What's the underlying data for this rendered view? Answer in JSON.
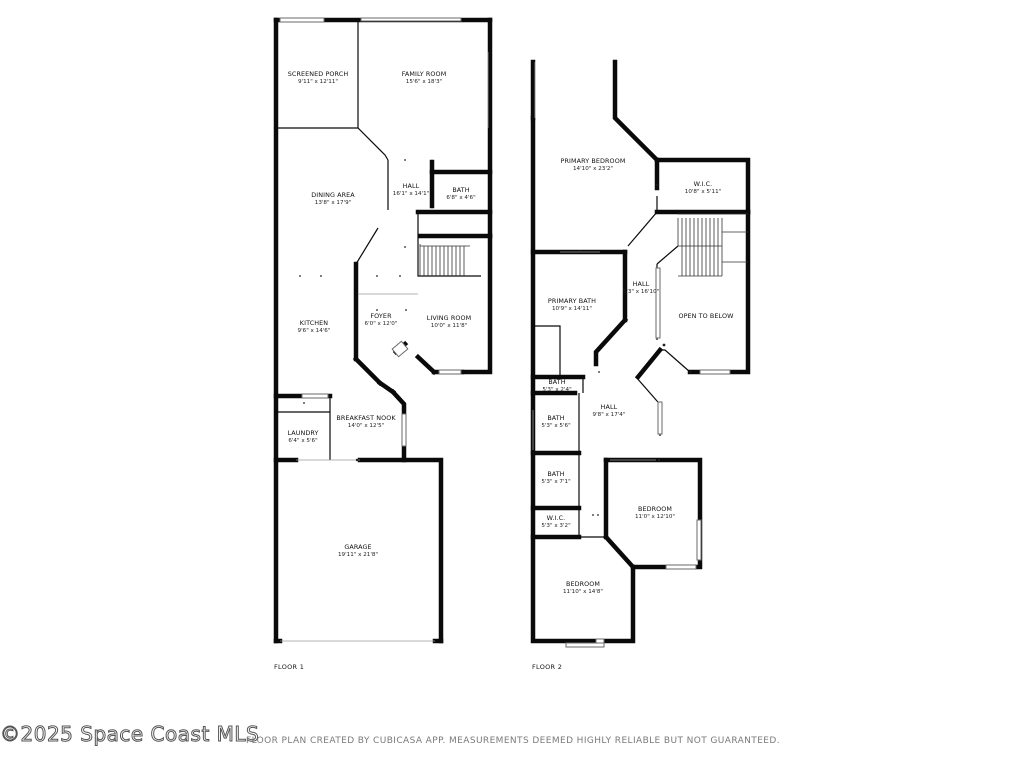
{
  "floor1": {
    "label": "FLOOR 1",
    "rooms": [
      {
        "name": "SCREENED PORCH",
        "dim": "9'11\" x 12'11\""
      },
      {
        "name": "FAMILY ROOM",
        "dim": "15'6\" x 18'3\""
      },
      {
        "name": "DINING AREA",
        "dim": "13'8\" x 17'9\""
      },
      {
        "name": "HALL",
        "dim": "16'1\" x 14'1\""
      },
      {
        "name": "BATH",
        "dim": "6'8\" x 4'6\""
      },
      {
        "name": "KITCHEN",
        "dim": "9'6\" x 14'6\""
      },
      {
        "name": "FOYER",
        "dim": "6'0\" x 12'0\""
      },
      {
        "name": "LIVING ROOM",
        "dim": "10'0\" x 11'8\""
      },
      {
        "name": "BREAKFAST NOOK",
        "dim": "14'0\" x 12'5\""
      },
      {
        "name": "LAUNDRY",
        "dim": "6'4\" x 5'6\""
      },
      {
        "name": "GARAGE",
        "dim": "19'11\" x 21'8\""
      }
    ]
  },
  "floor2": {
    "label": "FLOOR 2",
    "rooms": [
      {
        "name": "PRIMARY BEDROOM",
        "dim": "14'10\" x 23'2\""
      },
      {
        "name": "W.I.C.",
        "dim": "10'8\" x 5'11\""
      },
      {
        "name": "HALL",
        "dim": "5'3\" x 16'10\""
      },
      {
        "name": "PRIMARY BATH",
        "dim": "10'9\" x 14'11\""
      },
      {
        "name": "OPEN TO BELOW",
        "dim": ""
      },
      {
        "name": "BATH",
        "dim": "5'3\" x 2'4\""
      },
      {
        "name": "HALL",
        "dim": "9'8\" x 17'4\""
      },
      {
        "name": "BATH",
        "dim": "5'3\" x 5'6\""
      },
      {
        "name": "BATH",
        "dim": "5'3\" x 7'1\""
      },
      {
        "name": "BEDROOM",
        "dim": "11'0\" x 12'10\""
      },
      {
        "name": "W.I.C.",
        "dim": "5'3\" x 3'2\""
      },
      {
        "name": "BEDROOM",
        "dim": "11'10\" x 14'8\""
      }
    ]
  },
  "watermark": "©2025 Space Coast MLS",
  "disclaimer": "FLOOR PLAN CREATED BY CUBICASA APP. MEASUREMENTS DEEMED HIGHLY RELIABLE BUT NOT GUARANTEED."
}
